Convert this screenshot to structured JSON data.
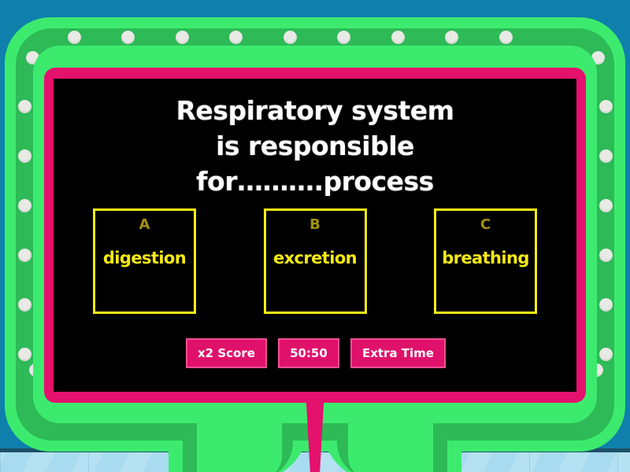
{
  "quiz": {
    "question_lines": [
      "Respiratory system",
      "is responsible",
      "for……….process"
    ],
    "options": [
      {
        "letter": "A",
        "text": "digestion"
      },
      {
        "letter": "B",
        "text": "excretion"
      },
      {
        "letter": "C",
        "text": "breathing"
      }
    ],
    "powerups": [
      {
        "label": "x2 Score"
      },
      {
        "label": "50:50"
      },
      {
        "label": "Extra Time"
      }
    ]
  },
  "theme": {
    "screen_bg": "#000000",
    "bezel_pink": "#e4116d",
    "frame_green_light": "#3ceb6e",
    "frame_green_dark": "#2dba57",
    "console_blue": "#0f7fab",
    "console_blue_shadow": "#1d5168",
    "wallpaper_blue": "#a9dcf0",
    "option_border_yellow": "#f2ec17",
    "option_text_yellow": "#f5e915",
    "option_letter_olive": "#a3900f",
    "powerup_pink": "#e0116b",
    "powerup_border_pink": "#ef4f94",
    "bulb_white": "#e9e9e5",
    "question_text": "#fdfdfd"
  }
}
